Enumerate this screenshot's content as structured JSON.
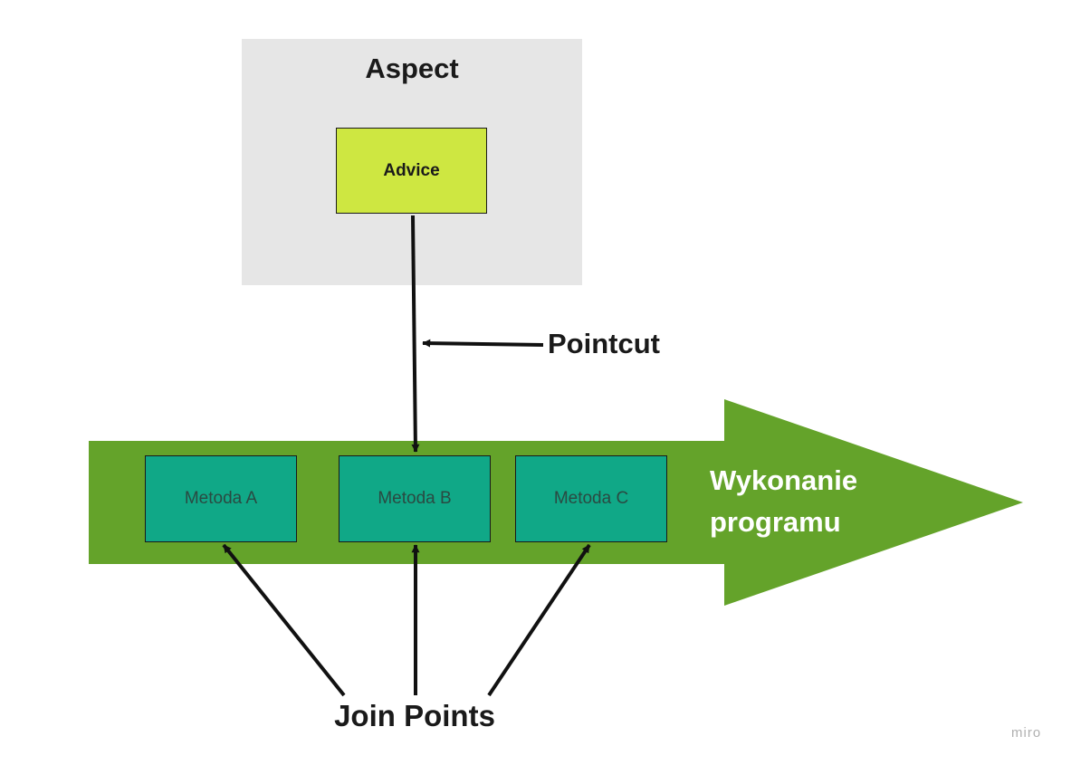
{
  "aspect": {
    "title": "Aspect",
    "advice": "Advice"
  },
  "pointcut": {
    "label": "Pointcut"
  },
  "flow": {
    "label_line1": "Wykonanie",
    "label_line2": "programu",
    "color": "#64a32a",
    "methods": [
      "Metoda A",
      "Metoda B",
      "Metoda C"
    ]
  },
  "join_points": {
    "label": "Join Points"
  },
  "watermark": "miro",
  "colors": {
    "aspect_bg": "#e6e6e6",
    "advice_fill": "#cee741",
    "method_fill": "#10a887"
  }
}
